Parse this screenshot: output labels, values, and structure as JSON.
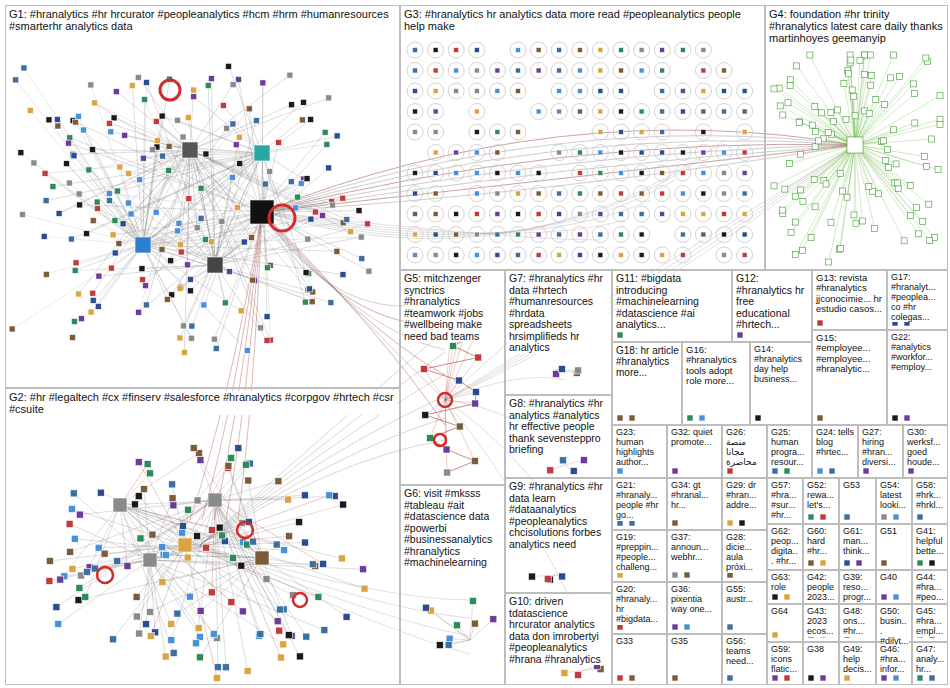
{
  "diagram": {
    "nodes": [
      {
        "text": [
          "G1: #hranalytics #hr hrcurator #peopleanalytics #hcm #hrm #humanresources #smarterhr analytics data"
        ]
      },
      {
        "text": [
          "G3: #hranalytics hr analytics data more read #peopleanalytics people help make"
        ]
      },
      {
        "text": [
          "G4: foundation #hr trinity #hranalytics latest care daily thanks martinhoyes geemanyip"
        ]
      },
      {
        "text": [
          "G2: #hr #legaltech #cx #finserv #salesforce #hranalytics #corpgov #hrtech #csr #csuite"
        ]
      },
      {
        "text": [
          "G5: mitchzenger synctrics #hranalytics #teamwork #jobs #wellbeing make need bad teams"
        ]
      },
      {
        "text": [
          "G6: visit #mksss #tableau #ait #datascience data #powerbi #businessanalytics #hranalytics #machinelearning"
        ]
      },
      {
        "text": [
          "G7: #hranalytics #hr data #hrtech #humanresources #hrdata spreadsheets hrsimplifieds hr analytics"
        ]
      },
      {
        "text": [
          "G8: #hranalytics #hr analytics #analytics hr effective people thank sevensteppro briefing"
        ]
      },
      {
        "text": [
          "G9: #hranalytics #hr data learn #dataanalytics #peopleanalytics chcisolutions forbes analytics need"
        ]
      },
      {
        "text": [
          "G10: driven tdatascience hrcurator analytics data don imrobertyi #peopleanalytics #hrana #hranalytics"
        ]
      },
      {
        "text": [
          "G11: #bigdata introducing #machinelearning #datascience #ai analytics..."
        ]
      },
      {
        "text": [
          "G12: #hranalytics hr free educational #hrtech..."
        ]
      },
      {
        "text": [
          "G13: revista #hranalytics jjconocimie... hr estudio casos..."
        ]
      },
      {
        "text": [
          "G17: #hranalyt... #peoplea... co #hr colegas..."
        ]
      },
      {
        "text": [
          "G18: hr article #hranalytics more..."
        ]
      },
      {
        "text": [
          "G16: #hranalytics tools adopt role more..."
        ]
      },
      {
        "text": [
          "G14: #hranalytics day help business..."
        ]
      },
      {
        "text": [
          "G15: #employee... #employee... #hranalytic..."
        ]
      },
      {
        "text": [
          "G22: #analytics #workfor... #employ..."
        ]
      },
      {
        "text": [
          "G23: human highlights author..."
        ]
      },
      {
        "text": [
          "G32: quiet promote..."
        ]
      },
      {
        "text": [
          "G26: منصة مجانا محاضرة"
        ]
      },
      {
        "text": [
          "G25: human progra... resour..."
        ]
      },
      {
        "text": [
          "G24: tells blog #hrtec..."
        ]
      },
      {
        "text": [
          "G27: hiring #hran... diversi..."
        ]
      },
      {
        "text": [
          "G30: werksf... goed houde..."
        ]
      },
      {
        "text": [
          "G21: #hranaly... people #hr go..."
        ]
      },
      {
        "text": [
          "G34: gt #hranal... hr..."
        ]
      },
      {
        "text": [
          "G29: dr #hran... addre..."
        ]
      },
      {
        "text": [
          "G57: #hra... #sur... #hr..."
        ]
      },
      {
        "text": [
          "G52: rewa... let's..."
        ]
      },
      {
        "text": [
          "G53"
        ]
      },
      {
        "text": [
          "G54: latest looki..."
        ]
      },
      {
        "text": [
          "G58: #hrk... #hrkl..."
        ]
      },
      {
        "text": [
          "G19: #preppin... #people... challeng..."
        ]
      },
      {
        "text": [
          "G37: announ... webhr..."
        ]
      },
      {
        "text": [
          "G28: dicie... aula próxi..."
        ]
      },
      {
        "text": [
          "G62: peop... digita... #hr..."
        ]
      },
      {
        "text": [
          "G60: hard #hr..."
        ]
      },
      {
        "text": [
          "G61: man... think..."
        ]
      },
      {
        "text": [
          "G51"
        ]
      },
      {
        "text": [
          "G41: helpful bette..."
        ]
      },
      {
        "text": [
          "G63: role"
        ]
      },
      {
        "text": [
          "G42: people 2023..."
        ]
      },
      {
        "text": [
          "G39: reso... progr..."
        ]
      },
      {
        "text": [
          "G40"
        ]
      },
      {
        "text": [
          "G44: #hra... #peo..."
        ]
      },
      {
        "text": [
          "G20: #hranaly... hr #bigdata..."
        ]
      },
      {
        "text": [
          "G36: pixentia way one..."
        ]
      },
      {
        "text": [
          "G55: austr..."
        ]
      },
      {
        "text": [
          "G64"
        ]
      },
      {
        "text": [
          "G43: 2023 ecos..."
        ]
      },
      {
        "text": [
          "G48: ons... #hr..."
        ]
      },
      {
        "text": [
          "G50: busin... #dilyt..."
        ]
      },
      {
        "text": [
          "G45: #hra... empl..."
        ]
      },
      {
        "text": [
          "G33"
        ]
      },
      {
        "text": [
          "G35"
        ]
      },
      {
        "text": [
          "G56: teams need..."
        ]
      },
      {
        "text": [
          "G59: icons flatic..."
        ]
      },
      {
        "text": [
          "G38"
        ]
      },
      {
        "text": [
          "G49: help decis..."
        ]
      },
      {
        "text": [
          "G46: #hra... infor..."
        ]
      },
      {
        "text": [
          "G47: analy... hr..."
        ]
      }
    ]
  }
}
